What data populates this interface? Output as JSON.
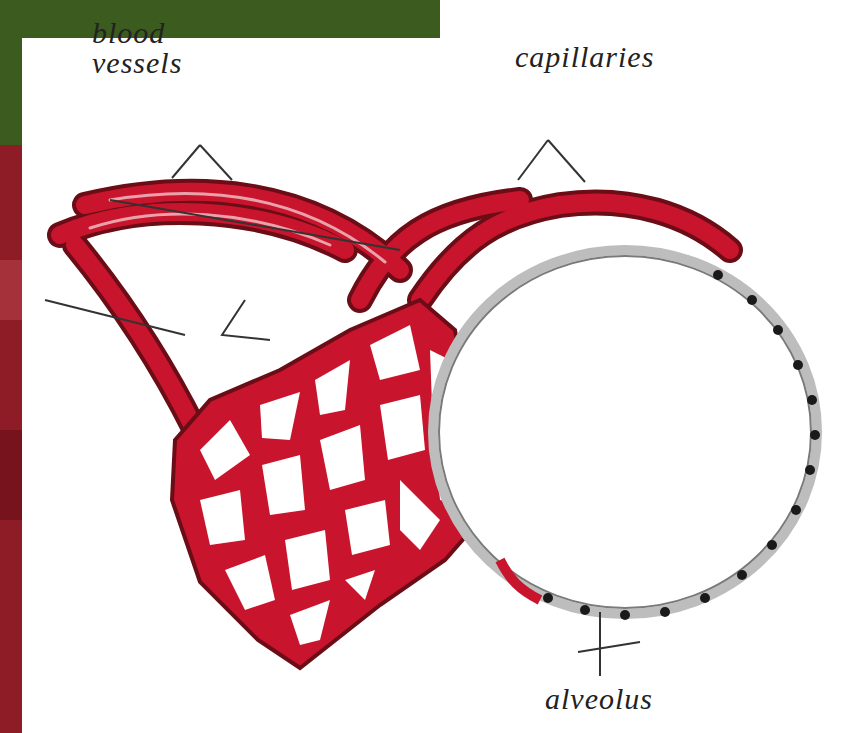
{
  "diagram": {
    "labels": [
      "blood vessels",
      "capillaries",
      "alveolus"
    ]
  }
}
